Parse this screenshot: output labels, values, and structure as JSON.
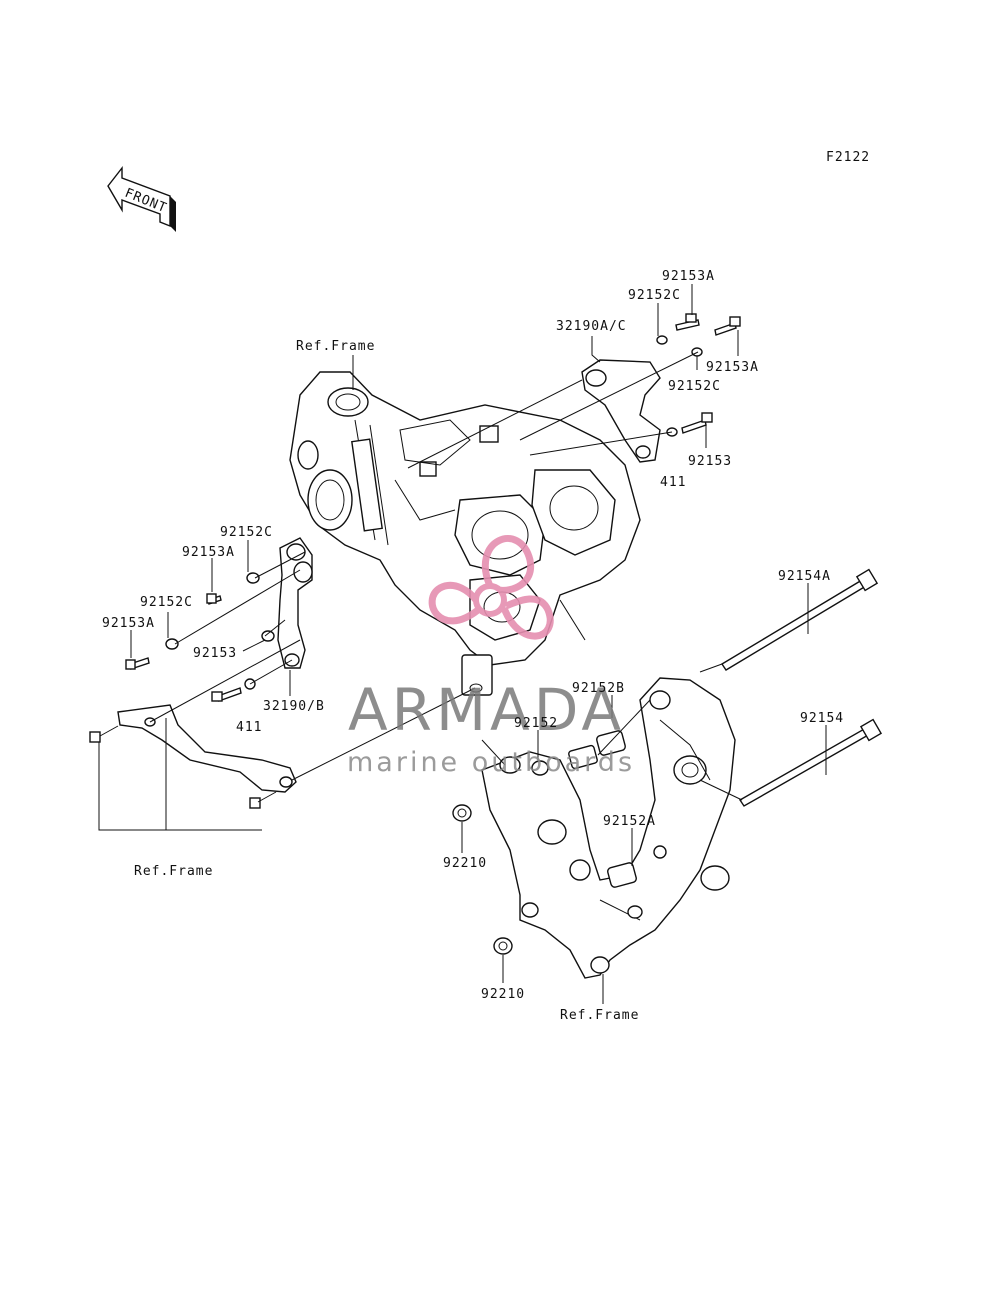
{
  "figure_code": "F2122",
  "front_arrow_label": "FRONT",
  "watermark": {
    "brand": "ARMADA",
    "tagline": "marine outboards",
    "logo_color": "#e58fb0",
    "logo_name": "propeller-logo"
  },
  "ref_frame_label": "Ref.Frame",
  "callouts": {
    "p92153A_top": "92153A",
    "p92152C_top": "92152C",
    "p32190AC": "32190A/C",
    "p92153A_right": "92153A",
    "p92152C_right": "92152C",
    "p92153_right": "92153",
    "p411_right": "411",
    "p92152C_left1": "92152C",
    "p92153A_left1": "92153A",
    "p92152C_left2": "92152C",
    "p92153A_left2": "92153A",
    "p92153_left": "92153",
    "p32190B": "32190/B",
    "p411_left": "411",
    "p92154A": "92154A",
    "p92154": "92154",
    "p92152B": "92152B",
    "p92152": "92152",
    "p92152A": "92152A",
    "p92210_upper": "92210",
    "p92210_lower": "92210"
  },
  "ref_frames": {
    "top": "Ref.Frame",
    "left": "Ref.Frame",
    "bottom": "Ref.Frame"
  }
}
